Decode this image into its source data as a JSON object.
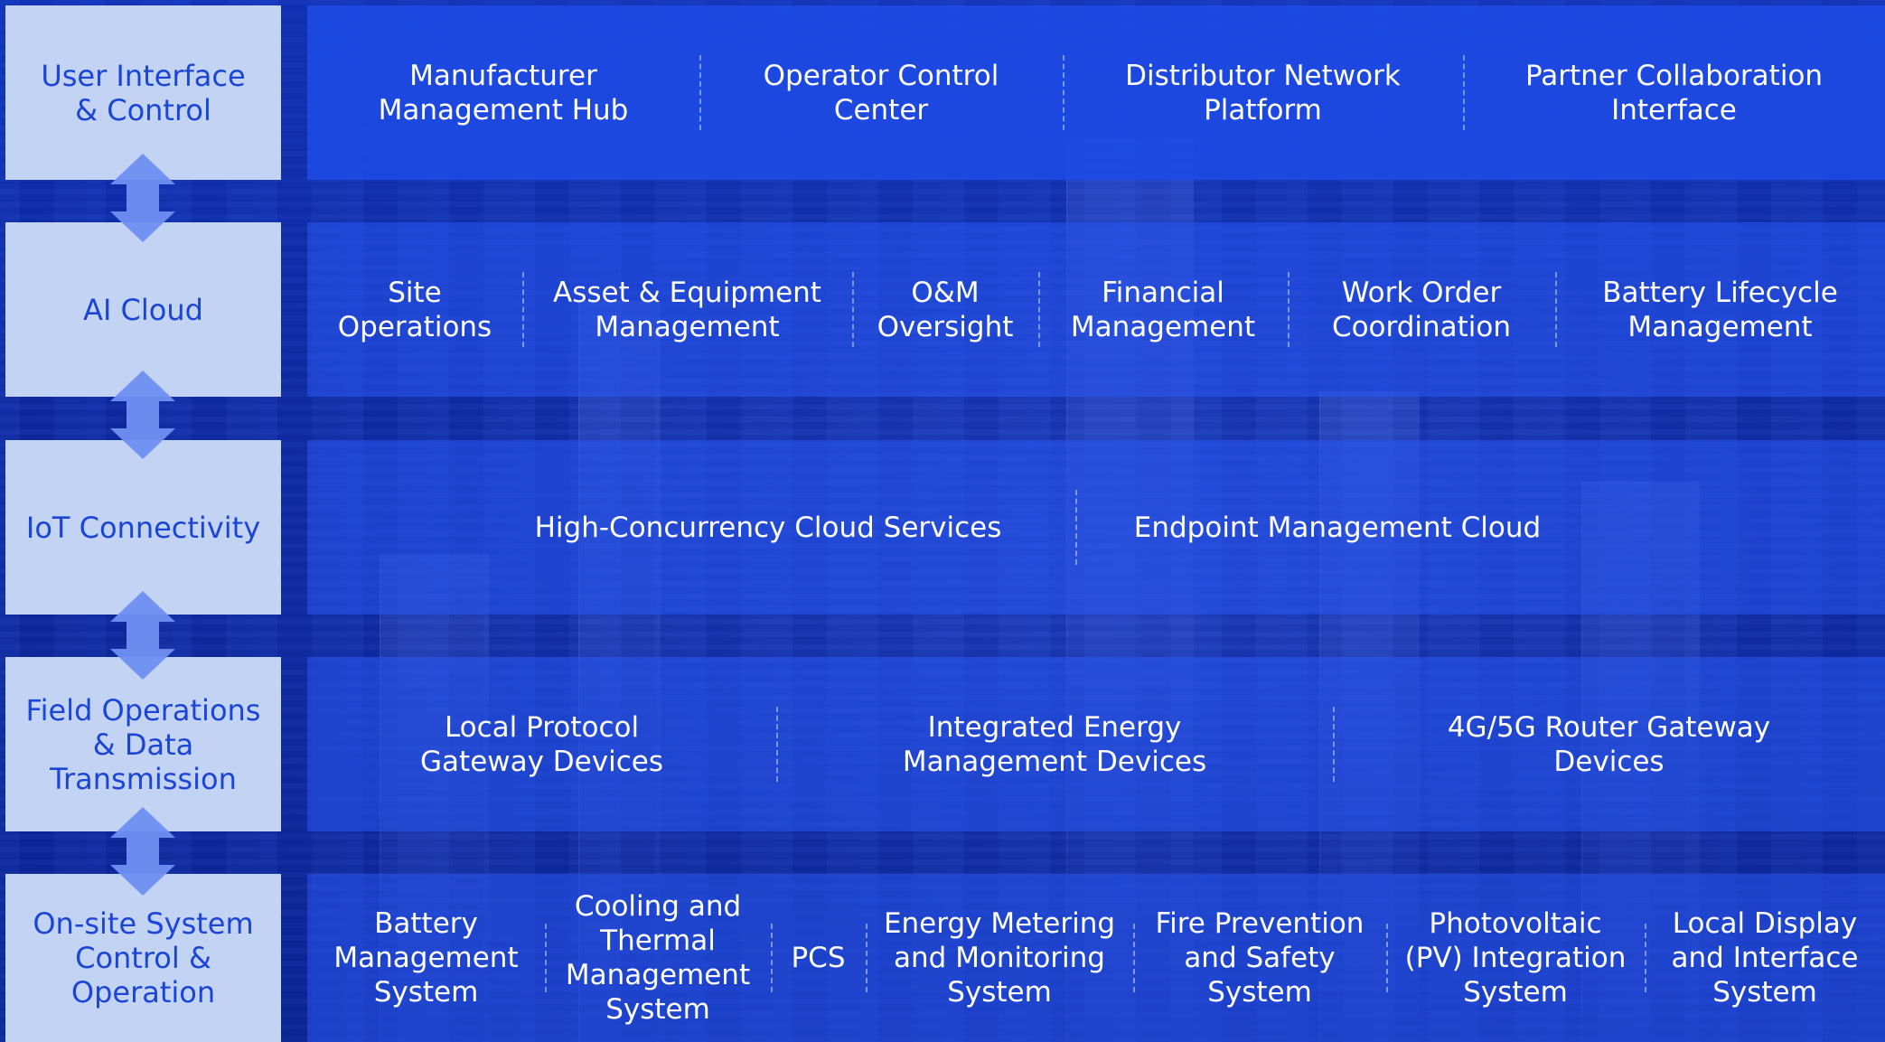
{
  "colors": {
    "label_bg": "#c3d3f4",
    "label_text": "#1a45d6",
    "panel": "#2855f0",
    "panel_text": "#ffffff",
    "arrow": "#6f8ff2"
  },
  "layers": [
    {
      "label": "User Interface\n& Control",
      "items": [
        "Manufacturer\nManagement Hub",
        "Operator Control\nCenter",
        "Distributor Network\nPlatform",
        "Partner Collaboration\nInterface"
      ]
    },
    {
      "label": "AI Cloud",
      "items": [
        "Site\nOperations",
        "Asset & Equipment\nManagement",
        "O&M\nOversight",
        "Financial\nManagement",
        "Work Order\nCoordination",
        "Battery Lifecycle\nManagement"
      ]
    },
    {
      "label": "IoT Connectivity",
      "items": [
        "High-Concurrency Cloud Services",
        "Endpoint Management Cloud"
      ]
    },
    {
      "label": "Field Operations\n& Data\nTransmission",
      "items": [
        "Local Protocol\nGateway Devices",
        "Integrated Energy\nManagement Devices",
        "4G/5G Router Gateway\nDevices"
      ]
    },
    {
      "label": "On-site System\nControl &\nOperation",
      "items": [
        "Battery\nManagement\nSystem",
        "Cooling and\nThermal\nManagement\nSystem",
        "PCS",
        "Energy Metering\nand Monitoring\nSystem",
        "Fire Prevention\nand Safety\nSystem",
        "Photovoltaic\n(PV) Integration\nSystem",
        "Local Display\nand Interface\nSystem"
      ]
    }
  ]
}
